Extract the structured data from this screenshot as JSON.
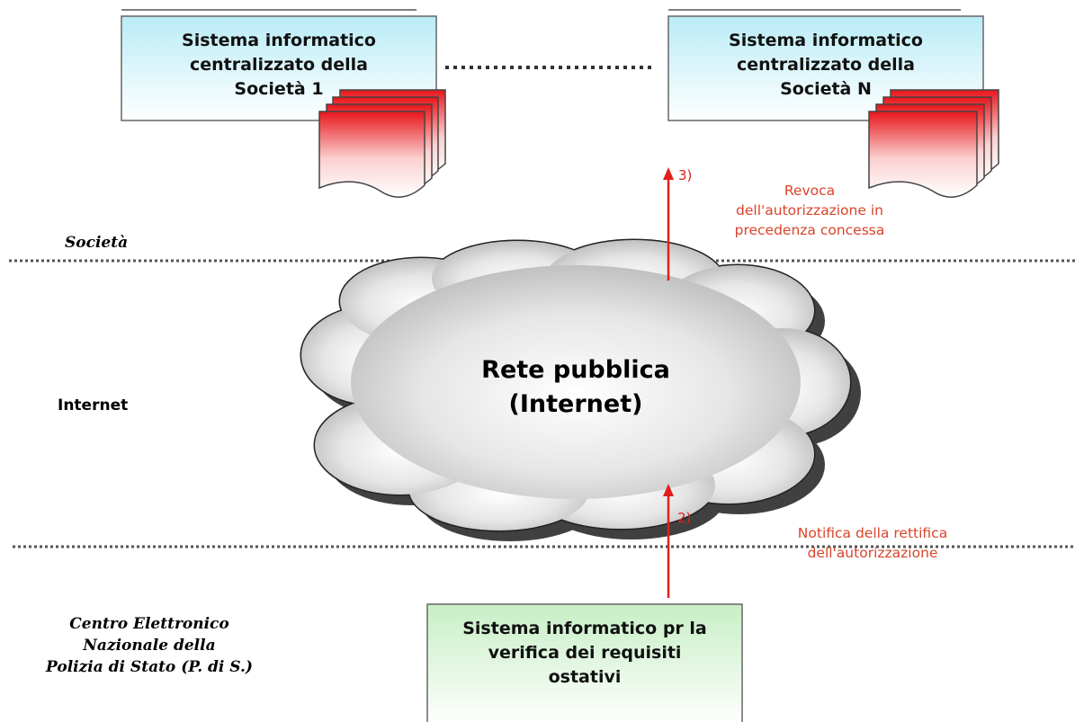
{
  "zones": {
    "societa": "Società",
    "internet": "Internet",
    "centro": [
      "Centro Elettronico",
      "Nazionale della",
      "Polizia di Stato (P. di S.)"
    ]
  },
  "boxes": {
    "societa1": [
      "Sistema informatico",
      "centralizzato della",
      "Società 1"
    ],
    "societaN": [
      "Sistema informatico",
      "centralizzato della",
      "Società N"
    ],
    "polizia": [
      "Sistema informatico pr la",
      "verifica dei requisiti",
      "ostativi"
    ]
  },
  "cloud": {
    "line1": "Rete pubblica",
    "line2": "(Internet)"
  },
  "steps": {
    "step3": {
      "number": "3)",
      "label": [
        "Revoca",
        "dell'autorizzazione in",
        "precedenza concessa"
      ]
    },
    "step2": {
      "number": "2)",
      "label": [
        "Notifica della rettifica",
        "dell'autorizzazione"
      ]
    }
  },
  "colors": {
    "red": "#e0201c",
    "note_red": "#d9442a",
    "box_blue_top": "#b9ecf7",
    "box_green_top": "#c7efc5",
    "doc_red": "#e8161b",
    "cloud_gray": "#bfbfbf"
  }
}
